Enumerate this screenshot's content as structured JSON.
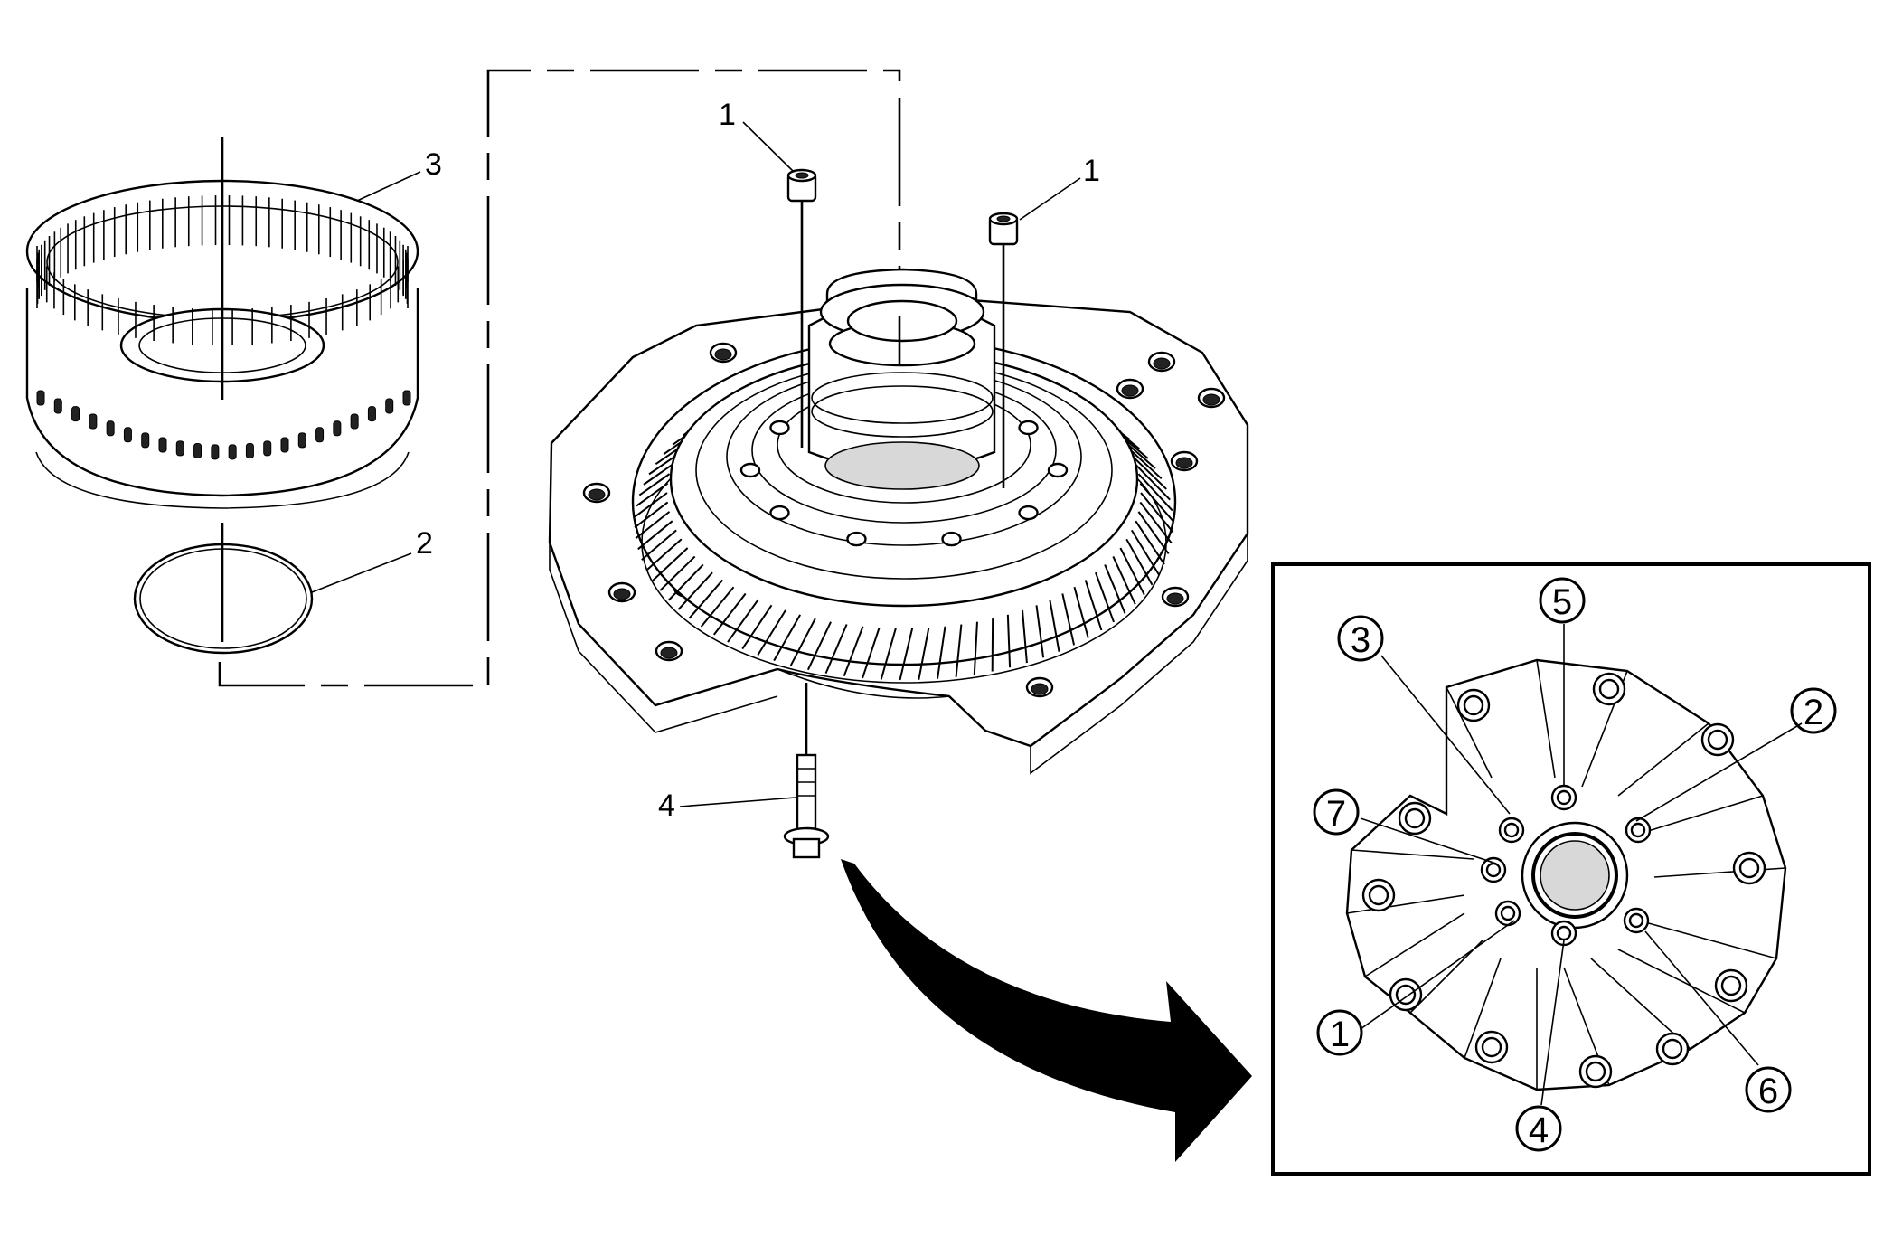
{
  "callouts": {
    "bolt_top_left": "1",
    "bolt_top_right": "1",
    "ring": "2",
    "housing": "3",
    "bolt_bottom": "4"
  },
  "inset": {
    "sequence_labels": [
      "1",
      "2",
      "3",
      "4",
      "5",
      "6",
      "7"
    ]
  }
}
